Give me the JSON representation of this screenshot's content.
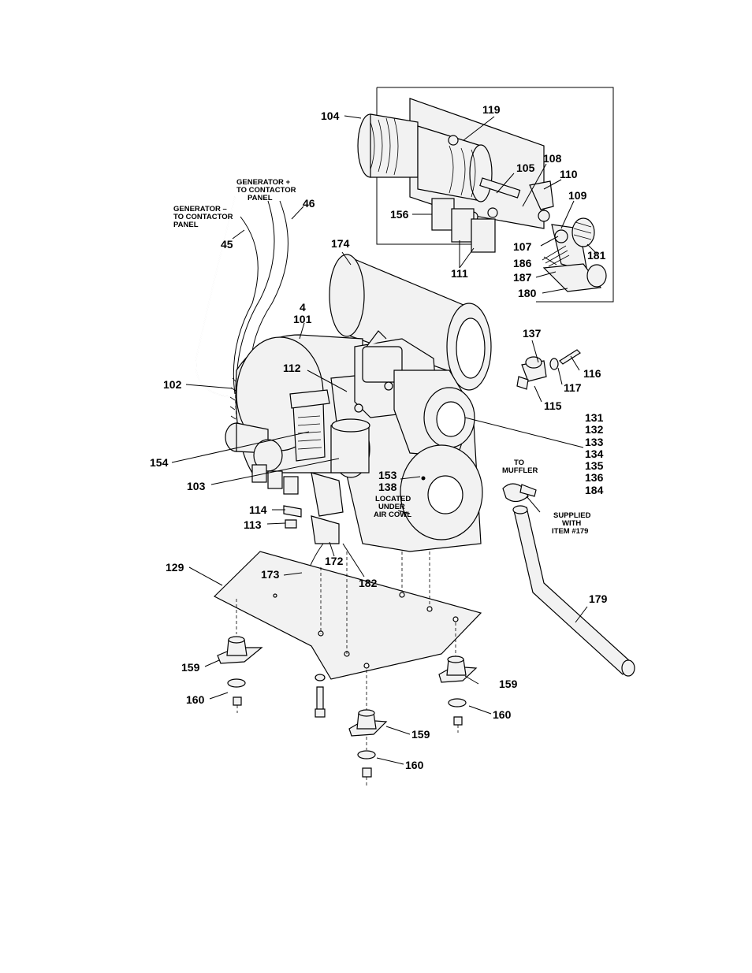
{
  "callouts": {
    "c104": "104",
    "c119": "119",
    "c108": "108",
    "c105": "105",
    "c110": "110",
    "c109": "109",
    "c156": "156",
    "c107": "107",
    "c181": "181",
    "c186": "186",
    "c111": "111",
    "c187": "187",
    "c180": "180",
    "c46": "46",
    "c45": "45",
    "c174": "174",
    "c4": "4",
    "c101": "101",
    "c112": "112",
    "c102": "102",
    "c137": "137",
    "c116": "116",
    "c117": "117",
    "c115": "115",
    "c131": "131",
    "c132": "132",
    "c133": "133",
    "c134": "134",
    "c135": "135",
    "c136": "136",
    "c184": "184",
    "c154": "154",
    "c103": "103",
    "c153": "153",
    "c138": "138",
    "c114": "114",
    "c113": "113",
    "c172": "172",
    "c182": "182",
    "c173": "173",
    "c129": "129",
    "c179": "179",
    "c159a": "159",
    "c159b": "159",
    "c159c": "159",
    "c160a": "160",
    "c160b": "160",
    "c160c": "160"
  },
  "notes": {
    "gen_plus": [
      "GENERATOR +",
      "TO CONTACTOR",
      "PANEL"
    ],
    "gen_minus": [
      "GENERATOR –",
      "TO CONTACTOR",
      "PANEL"
    ],
    "located": [
      "LOCATED",
      "UNDER",
      "AIR COWL"
    ],
    "muffler": [
      "TO",
      "MUFFLER"
    ],
    "supplied": [
      "SUPPLIED",
      "WITH",
      "ITEM #179"
    ]
  }
}
